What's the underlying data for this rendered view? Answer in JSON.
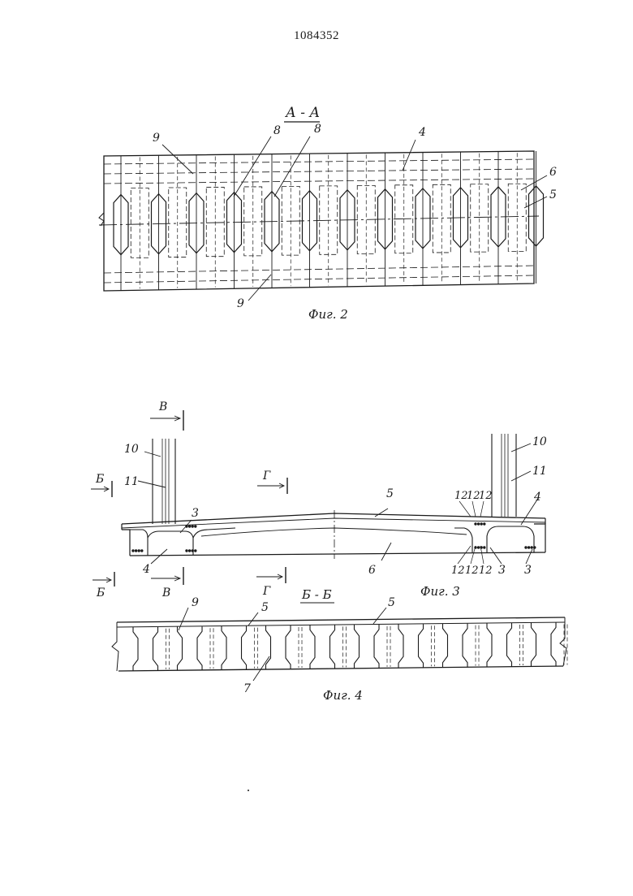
{
  "page_number": "1084352",
  "fig2": {
    "section_label": "А - А",
    "caption": "Фиг. 2",
    "labels": [
      "9",
      "8",
      "8",
      "4",
      "6",
      "5",
      "9"
    ]
  },
  "fig3": {
    "caption": "Фиг. 3",
    "markers": [
      "В",
      "В",
      "Б",
      "Б",
      "Г",
      "Г"
    ],
    "labels_left": [
      "10",
      "11",
      "3",
      "4"
    ],
    "labels_center": [
      "5",
      "6"
    ],
    "labels_right": [
      "10",
      "11",
      "4",
      "3",
      "3"
    ],
    "rebar_labels_top": [
      "12",
      "12",
      "12"
    ],
    "rebar_labels_bottom": [
      "12",
      "12",
      "12"
    ]
  },
  "fig4": {
    "section_label": "Б - Б",
    "caption": "Фиг. 4",
    "labels": [
      "9",
      "5",
      "5",
      "7"
    ]
  }
}
